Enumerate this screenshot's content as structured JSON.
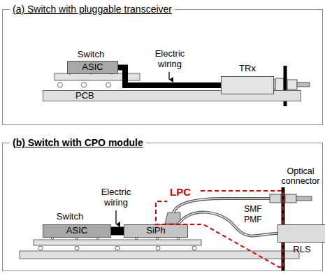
{
  "diagram": {
    "nodes": [
      {
        "text": [
          "(a) Switch with pluggable transceiver"
        ]
      },
      {
        "text": [
          "ASIC"
        ],
        "in": 0
      },
      {
        "text": [
          "PCB"
        ],
        "in": 0
      },
      {
        "text": [
          "TRx"
        ],
        "in": 0
      },
      {
        "text": [
          "(b) Switch with CPO module"
        ]
      },
      {
        "text": [
          "ASIC"
        ],
        "in": 4
      },
      {
        "text": [
          "SiPh"
        ],
        "in": 4
      },
      {
        "text": [
          "LPC"
        ],
        "in": 4
      },
      {
        "text": [
          "RLS"
        ],
        "in": 4
      }
    ],
    "edges": [
      {
        "from": 1,
        "to": 3,
        "arrow": "none"
      },
      {
        "from": 5,
        "to": 6,
        "arrow": "none"
      },
      {
        "from": 6,
        "to": 8,
        "arrow": "none"
      }
    ],
    "labels": [
      "Switch",
      "Electric wiring",
      "Switch",
      "Electric wiring",
      "Optical connector",
      "SMF",
      "PMF"
    ]
  }
}
